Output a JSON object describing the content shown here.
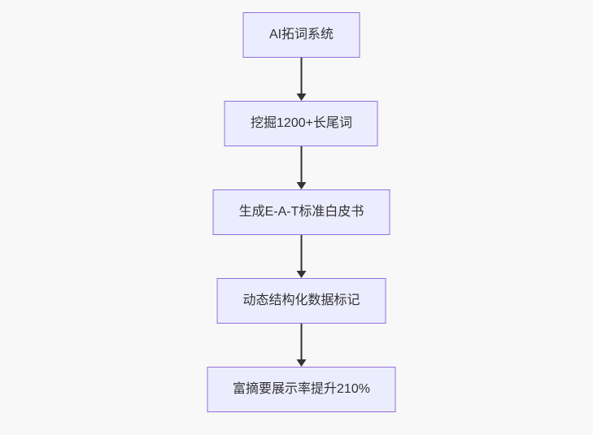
{
  "diagram": {
    "type": "flowchart",
    "direction": "top-down",
    "nodes": [
      {
        "id": "n1",
        "label": "AI拓词系统"
      },
      {
        "id": "n2",
        "label": "挖掘1200+长尾词"
      },
      {
        "id": "n3",
        "label": "生成E-A-T标准白皮书"
      },
      {
        "id": "n4",
        "label": "动态结构化数据标记"
      },
      {
        "id": "n5",
        "label": "富摘要展示率提升210%"
      }
    ],
    "edges": [
      {
        "from": "n1",
        "to": "n2"
      },
      {
        "from": "n2",
        "to": "n3"
      },
      {
        "from": "n3",
        "to": "n4"
      },
      {
        "from": "n4",
        "to": "n5"
      }
    ],
    "colors": {
      "background": "#f8f8f8",
      "node_fill": "#ececff",
      "node_border": "#9370db",
      "node_text": "#333333",
      "arrow": "#333333"
    }
  }
}
